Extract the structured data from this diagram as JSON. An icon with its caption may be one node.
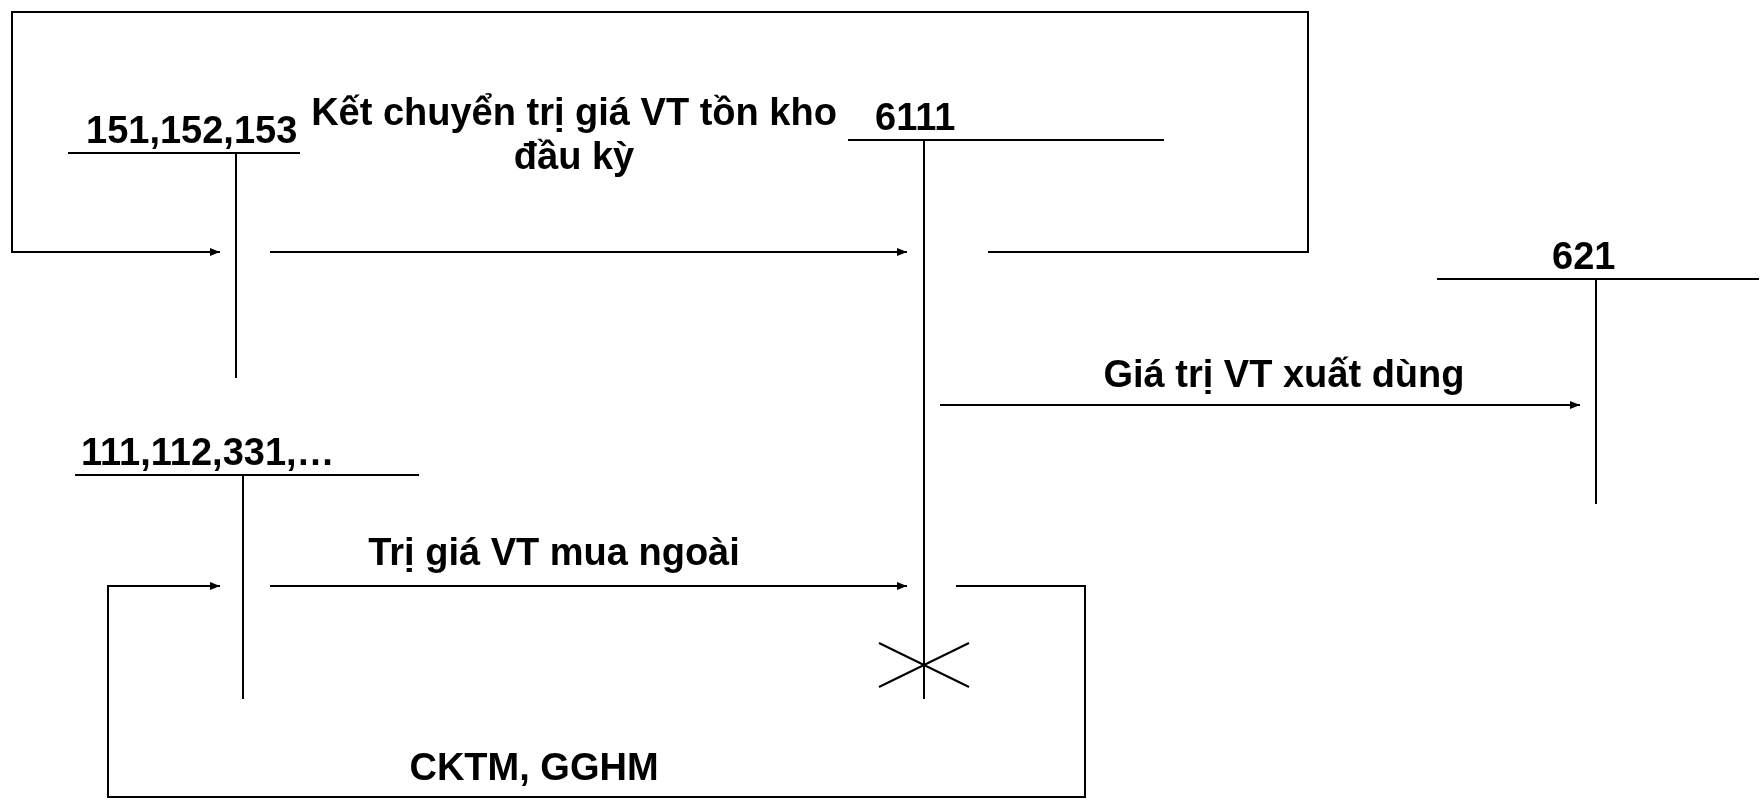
{
  "diagram": {
    "nodes": [
      {
        "text": [
          "151,152,153"
        ]
      },
      {
        "text": [
          "6111"
        ]
      },
      {
        "text": [
          "111,112,331,…"
        ]
      },
      {
        "text": [
          "621"
        ]
      }
    ],
    "edges": [
      {
        "from": 0,
        "to": 1,
        "arrow": "to",
        "label": "Kết chuyển trị giá VT tồn kho đầu kỳ"
      },
      {
        "from": 1,
        "to": 0,
        "arrow": "to"
      },
      {
        "from": 2,
        "to": 1,
        "arrow": "to",
        "label": "Trị giá VT mua ngoài"
      },
      {
        "from": 1,
        "to": 2,
        "arrow": "to",
        "label": "CKTM, GGHM"
      },
      {
        "from": 1,
        "to": 3,
        "arrow": "to",
        "label": "Giá trị VT xuất dùng"
      }
    ]
  }
}
